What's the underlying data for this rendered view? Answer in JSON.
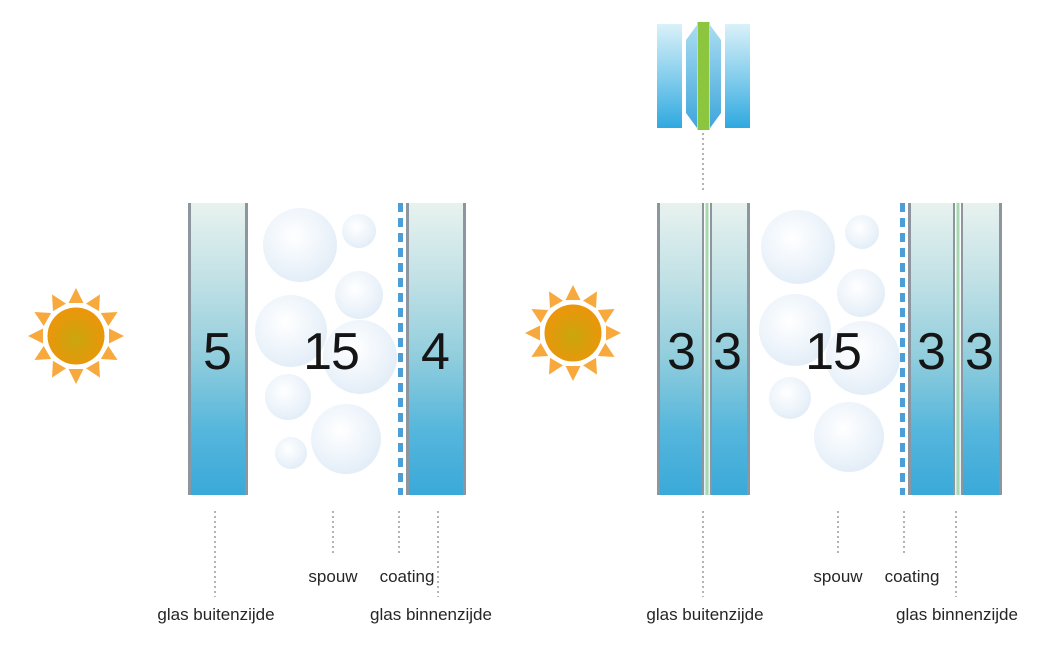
{
  "colors": {
    "glass-top": "#e8f2ef",
    "glass-bottom": "#3aa9d9",
    "glass-border": "#8d959e",
    "coating-blue": "#4c9fd6",
    "leader-gray": "#b1b3b5",
    "bubble-blue": "#d9e7f4",
    "sun-core-center": "#c9a70e",
    "sun-core-edge": "#eb960b",
    "sun-ray": "#f8a93d",
    "foil-green": "#8cc63f",
    "laminate-green": "#a8d8b0",
    "icon-glass-top": "#daf1f9",
    "icon-glass-bottom": "#2fa9e0"
  },
  "left": {
    "glass_outer_mm": "5",
    "cavity_mm": "15",
    "glass_inner_mm": "4",
    "labels": {
      "glass_outside": "glas buitenzijde",
      "cavity": "spouw",
      "coating": "coating",
      "glass_inside": "glas binnenzijde"
    }
  },
  "right": {
    "glass_outer_front_mm": "3",
    "glass_outer_back_mm": "3",
    "cavity_mm": "15",
    "glass_inner_front_mm": "3",
    "glass_inner_back_mm": "3",
    "labels": {
      "glass_outside": "glas buitenzijde",
      "cavity": "spouw",
      "coating": "coating",
      "glass_inside": "glas binnenzijde"
    }
  }
}
